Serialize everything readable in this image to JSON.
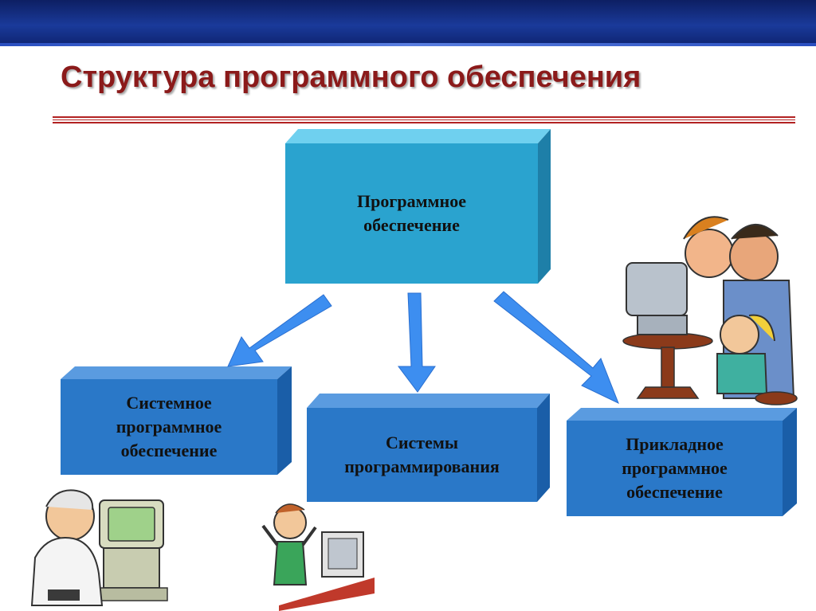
{
  "slide": {
    "title": "Структура программного обеспечения"
  },
  "diagram": {
    "root": {
      "line1": "Программное",
      "line2": "обеспечение"
    },
    "children": [
      {
        "line1": "Системное",
        "line2": "программное",
        "line3": "обеспечение"
      },
      {
        "line1": "Системы",
        "line2": "программирования"
      },
      {
        "line1": "Прикладное",
        "line2": "программное",
        "line3": "обеспечение"
      }
    ]
  },
  "colors": {
    "root_face": "#2aa3cf",
    "child_face": "#2a78c8",
    "arrow": "#3d8ef0",
    "title": "#8b1a1a"
  }
}
